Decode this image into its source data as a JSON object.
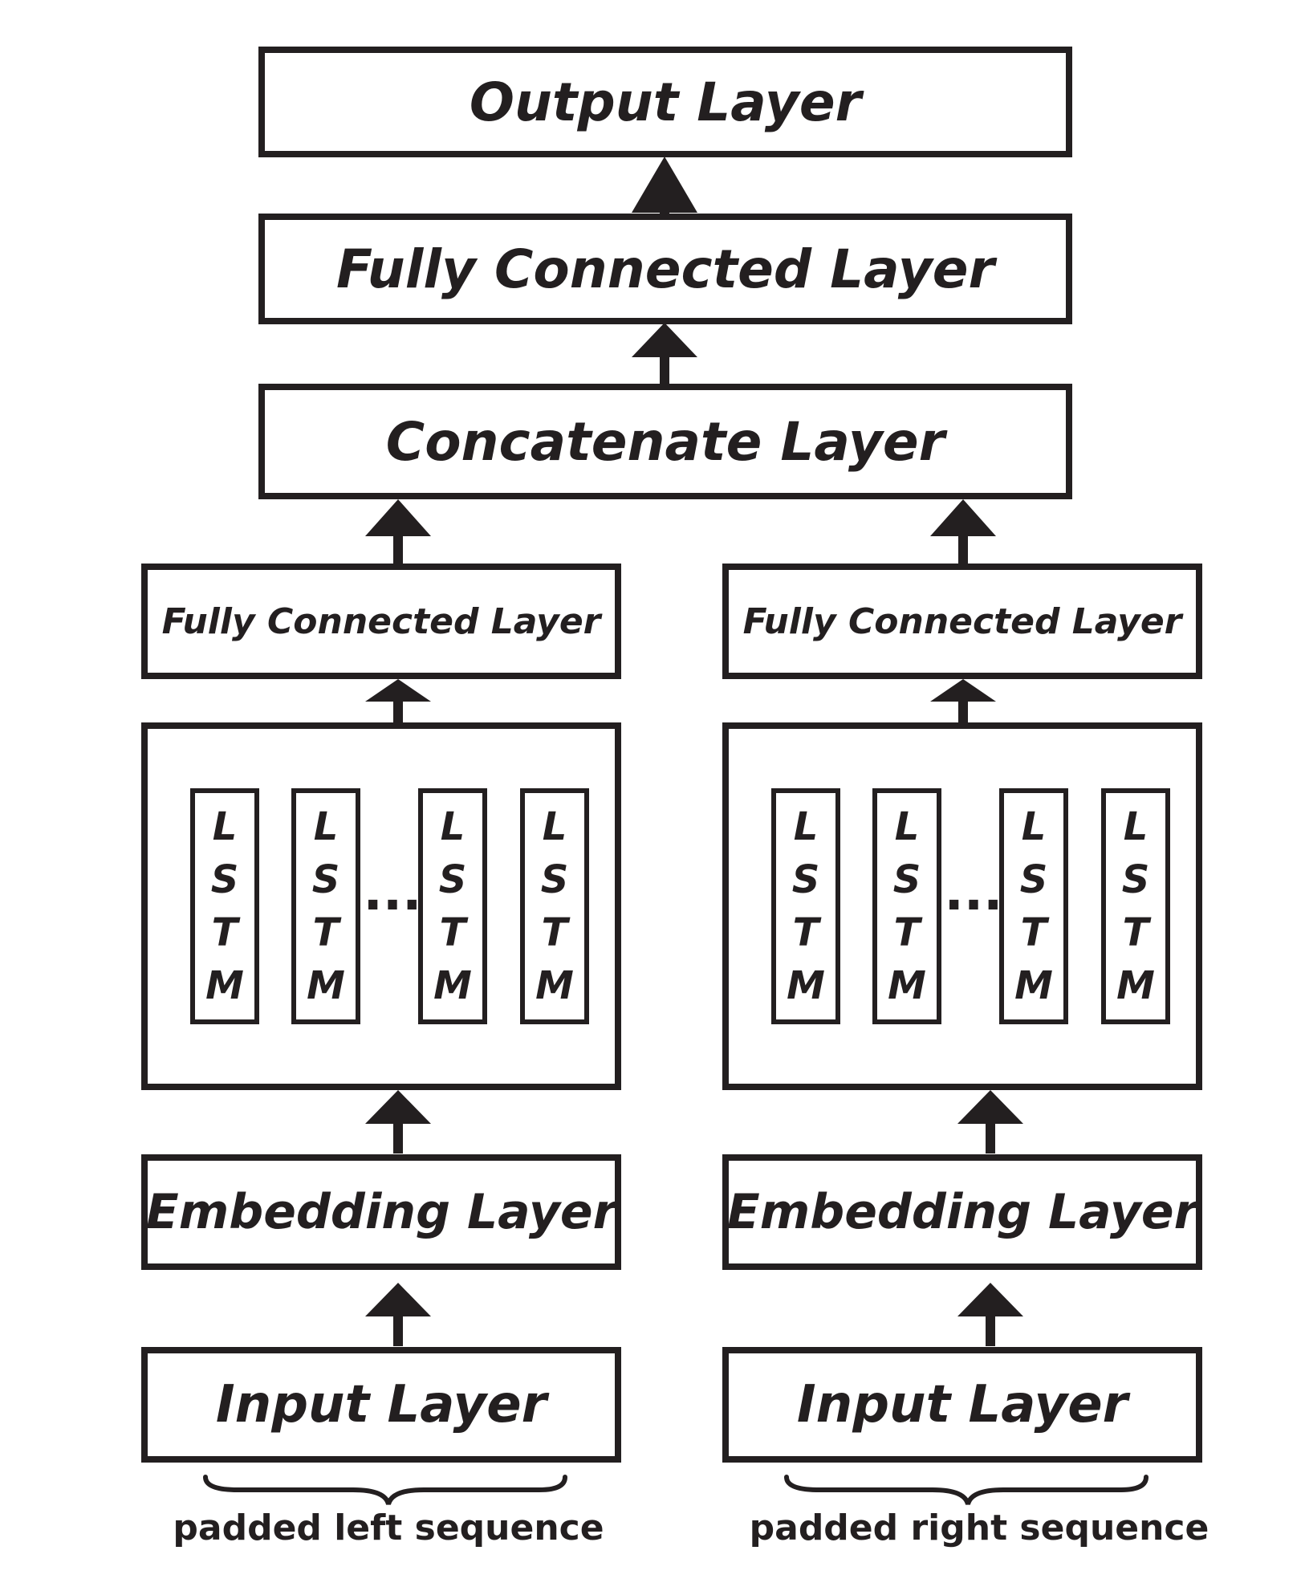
{
  "layers": {
    "output": "Output Layer",
    "fc_top": "Fully Connected Layer",
    "concat": "Concatenate Layer"
  },
  "left_branch": {
    "fc": "Fully Connected Layer",
    "lstm_cells": [
      [
        "L",
        "S",
        "T",
        "M"
      ],
      [
        "L",
        "S",
        "T",
        "M"
      ],
      [
        "L",
        "S",
        "T",
        "M"
      ],
      [
        "L",
        "S",
        "T",
        "M"
      ]
    ],
    "ellipsis": "...",
    "embedding": "Embedding Layer",
    "input": "Input Layer",
    "caption": "padded left sequence"
  },
  "right_branch": {
    "fc": "Fully Connected Layer",
    "lstm_cells": [
      [
        "L",
        "S",
        "T",
        "M"
      ],
      [
        "L",
        "S",
        "T",
        "M"
      ],
      [
        "L",
        "S",
        "T",
        "M"
      ],
      [
        "L",
        "S",
        "T",
        "M"
      ]
    ],
    "ellipsis": "...",
    "embedding": "Embedding Layer",
    "input": "Input Layer",
    "caption": "padded right sequence"
  },
  "colors": {
    "ink": "#231f20",
    "background": "#ffffff"
  }
}
